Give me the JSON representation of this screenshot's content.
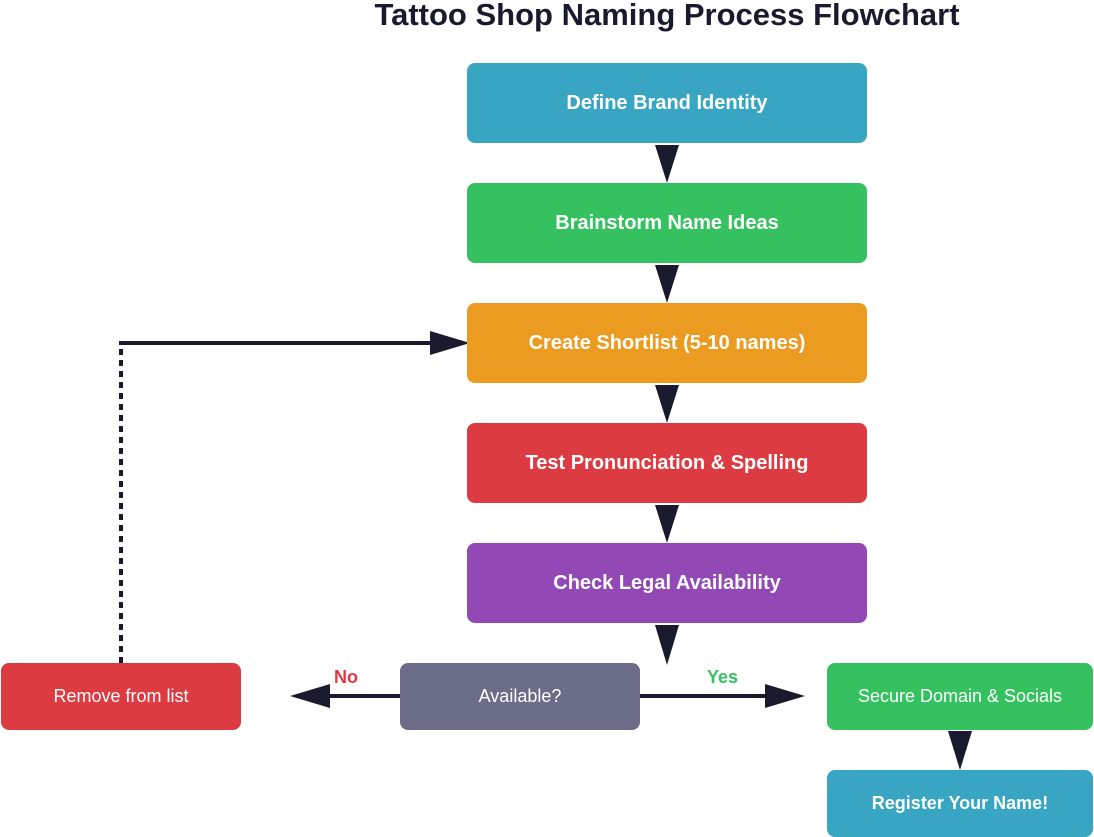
{
  "title": "Tattoo Shop Naming Process Flowchart",
  "steps": [
    {
      "label": "Define Brand Identity",
      "color": "#38a6c3"
    },
    {
      "label": "Brainstorm Name Ideas",
      "color": "#35c160"
    },
    {
      "label": "Create Shortlist (5-10 names)",
      "color": "#eb9c20"
    },
    {
      "label": "Test Pronunciation & Spelling",
      "color": "#dc3b42"
    },
    {
      "label": "Check Legal Availability",
      "color": "#9349b5"
    }
  ],
  "decision": {
    "label": "Available?",
    "color": "#6b6c87"
  },
  "no_branch": {
    "edge_label": "No",
    "node_label": "Remove from list",
    "edge_color": "#dc3b42",
    "node_color": "#dc3b42"
  },
  "yes_branch": {
    "edge_label": "Yes",
    "node_label": "Secure Domain & Socials",
    "edge_color": "#35c160",
    "node_color": "#35c160"
  },
  "final": {
    "label": "Register Your Name!",
    "color": "#38a6c3"
  },
  "arrow_color": "#1a1a2e"
}
